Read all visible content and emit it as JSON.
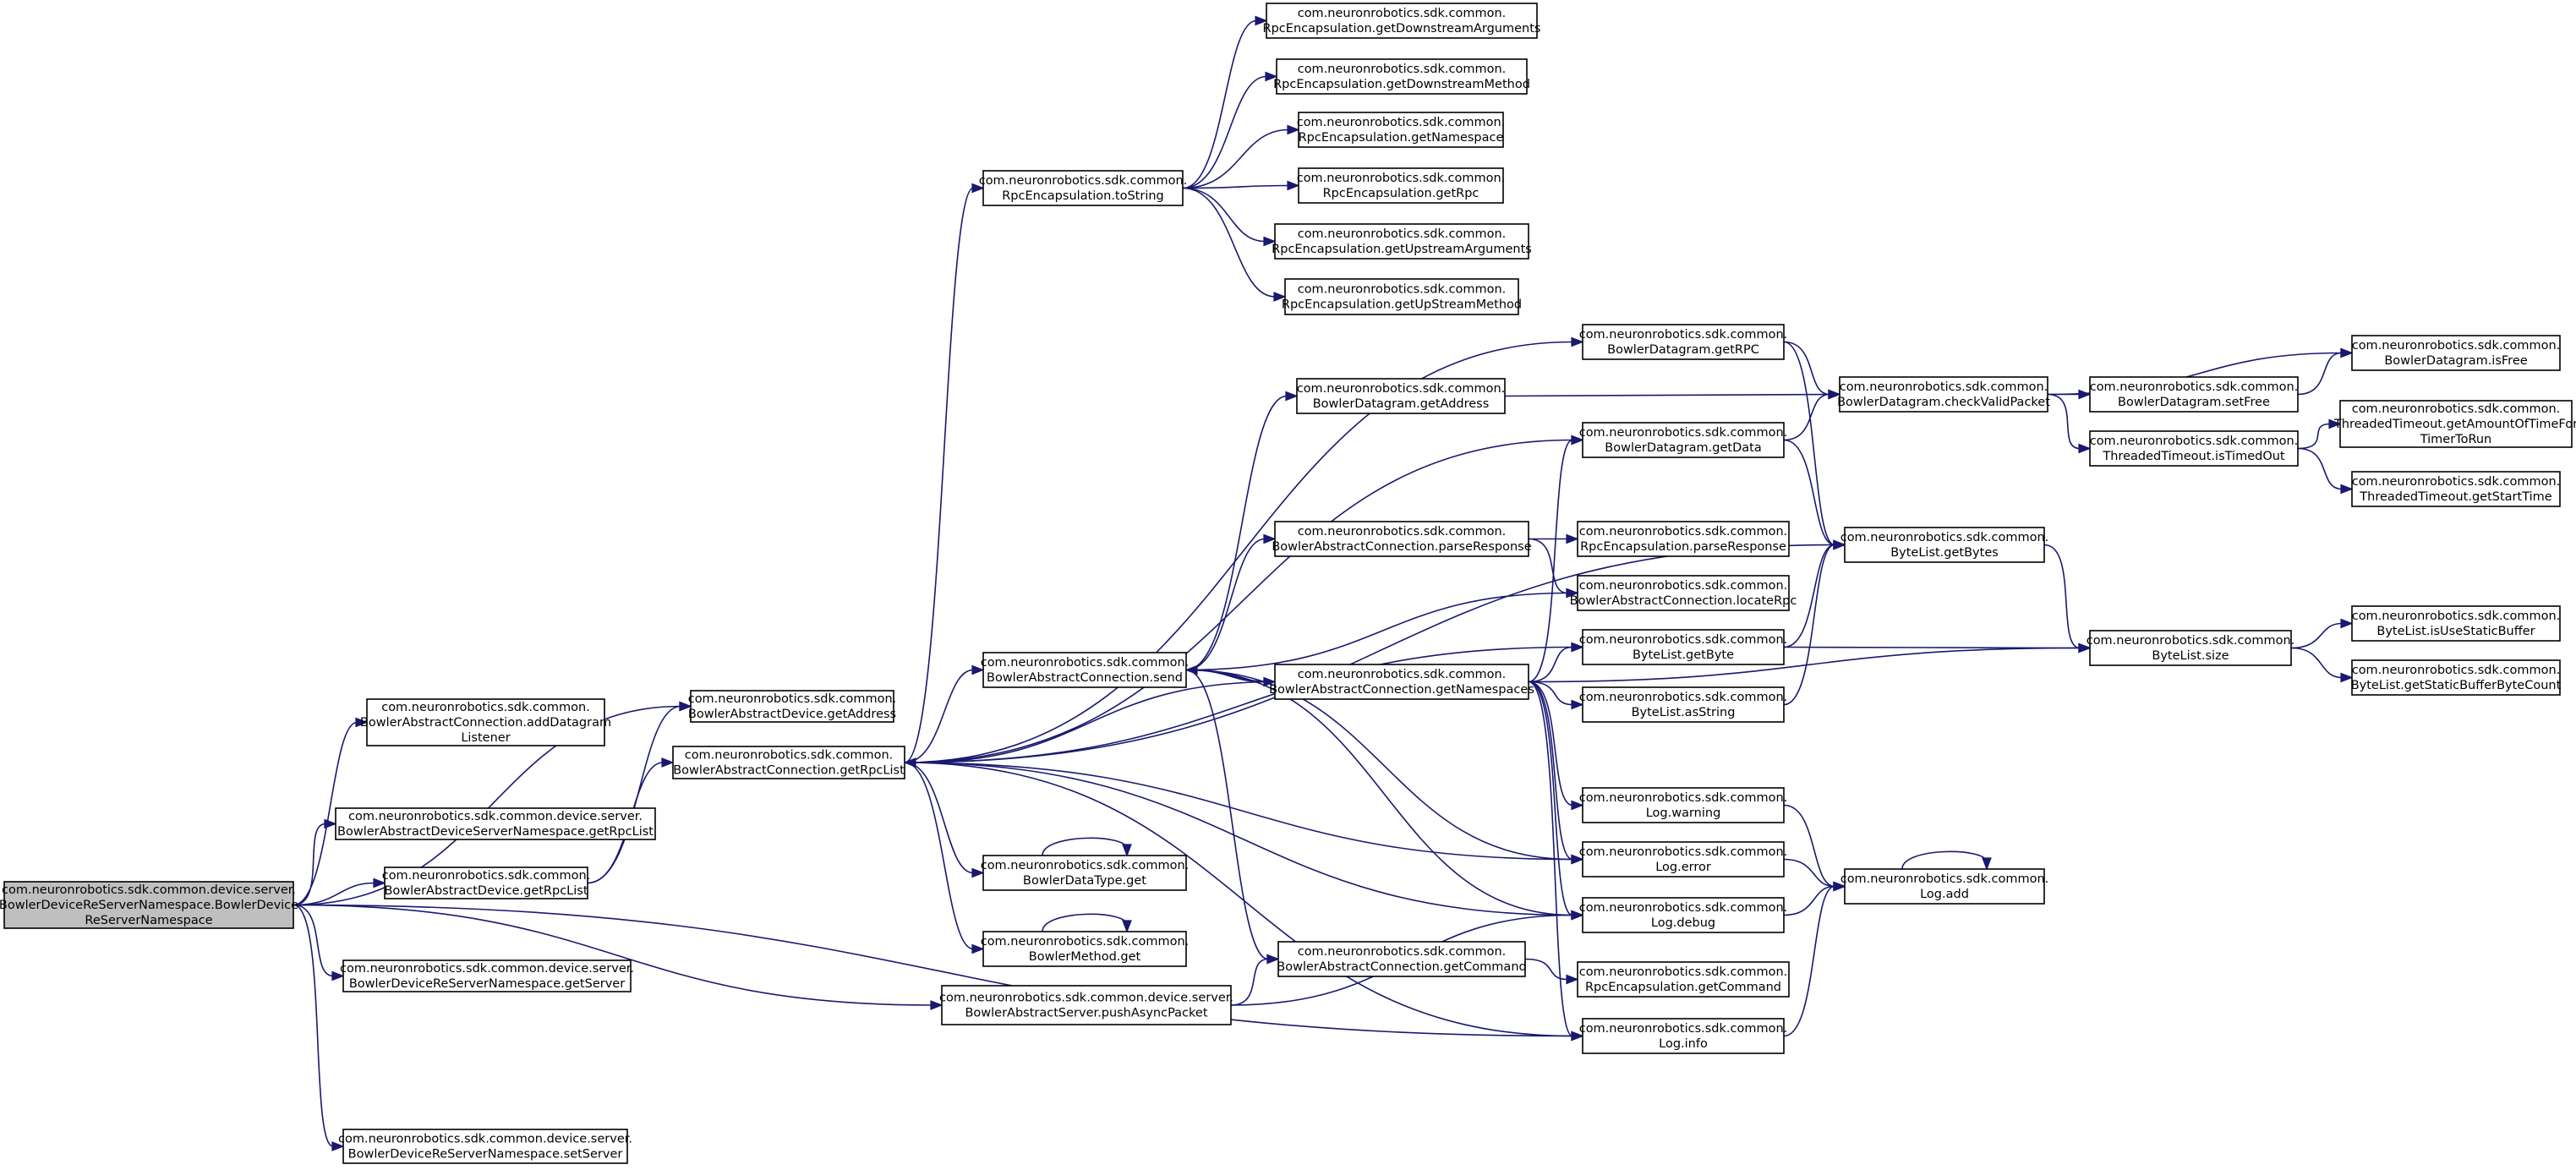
{
  "diagram": {
    "nodes": [
      {
        "id": "n0",
        "lines": [
          "com.neuronrobotics.sdk.common.device.server.",
          "BowlerDeviceReServerNamespace.BowlerDevice",
          "ReServerNamespace"
        ],
        "root": true
      },
      {
        "id": "n1",
        "lines": [
          "com.neuronrobotics.sdk.common.",
          "BowlerAbstractConnection.addDatagram",
          "Listener"
        ]
      },
      {
        "id": "n2",
        "lines": [
          "com.neuronrobotics.sdk.common.",
          "BowlerAbstractDevice.getAddress"
        ]
      },
      {
        "id": "n3",
        "lines": [
          "com.neuronrobotics.sdk.common.device.server.",
          "BowlerAbstractDeviceServerNamespace.getRpcList"
        ]
      },
      {
        "id": "n4",
        "lines": [
          "com.neuronrobotics.sdk.common.",
          "BowlerAbstractDevice.getRpcList"
        ]
      },
      {
        "id": "n5",
        "lines": [
          "com.neuronrobotics.sdk.common.device.server.",
          "BowlerDeviceReServerNamespace.getServer"
        ]
      },
      {
        "id": "n6",
        "lines": [
          "com.neuronrobotics.sdk.common.device.server.",
          "BowlerAbstractServer.pushAsyncPacket"
        ]
      },
      {
        "id": "n7",
        "lines": [
          "com.neuronrobotics.sdk.common.",
          "Log.info"
        ]
      },
      {
        "id": "n8",
        "lines": [
          "com.neuronrobotics.sdk.common.device.server.",
          "BowlerDeviceReServerNamespace.setServer"
        ]
      },
      {
        "id": "n9",
        "lines": [
          "com.neuronrobotics.sdk.common.",
          "BowlerAbstractConnection.getRpcList"
        ]
      },
      {
        "id": "n10",
        "lines": [
          "com.neuronrobotics.sdk.common.",
          "RpcEncapsulation.toString"
        ]
      },
      {
        "id": "n11",
        "lines": [
          "com.neuronrobotics.sdk.common.",
          "RpcEncapsulation.getDownstreamArguments"
        ]
      },
      {
        "id": "n12",
        "lines": [
          "com.neuronrobotics.sdk.common.",
          "RpcEncapsulation.getDownstreamMethod"
        ]
      },
      {
        "id": "n13",
        "lines": [
          "com.neuronrobotics.sdk.common.",
          "RpcEncapsulation.getNamespace"
        ]
      },
      {
        "id": "n14",
        "lines": [
          "com.neuronrobotics.sdk.common.",
          "RpcEncapsulation.getRpc"
        ]
      },
      {
        "id": "n15",
        "lines": [
          "com.neuronrobotics.sdk.common.",
          "RpcEncapsulation.getUpstreamArguments"
        ]
      },
      {
        "id": "n16",
        "lines": [
          "com.neuronrobotics.sdk.common.",
          "RpcEncapsulation.getUpStreamMethod"
        ]
      },
      {
        "id": "n17",
        "lines": [
          "com.neuronrobotics.sdk.common.",
          "BowlerDatagram.getRPC"
        ]
      },
      {
        "id": "n18",
        "lines": [
          "com.neuronrobotics.sdk.common.",
          "BowlerDatagram.getAddress"
        ]
      },
      {
        "id": "n19",
        "lines": [
          "com.neuronrobotics.sdk.common.",
          "BowlerDatagram.getData"
        ]
      },
      {
        "id": "n20",
        "lines": [
          "com.neuronrobotics.sdk.common.",
          "BowlerAbstractConnection.parseResponse"
        ]
      },
      {
        "id": "n21",
        "lines": [
          "com.neuronrobotics.sdk.common.",
          "RpcEncapsulation.parseResponse"
        ]
      },
      {
        "id": "n22",
        "lines": [
          "com.neuronrobotics.sdk.common.",
          "BowlerAbstractConnection.locateRpc"
        ]
      },
      {
        "id": "n23",
        "lines": [
          "com.neuronrobotics.sdk.common.",
          "BowlerAbstractConnection.send"
        ]
      },
      {
        "id": "n24",
        "lines": [
          "com.neuronrobotics.sdk.common.",
          "BowlerAbstractConnection.getNamespaces"
        ]
      },
      {
        "id": "n25",
        "lines": [
          "com.neuronrobotics.sdk.common.",
          "ByteList.getByte"
        ]
      },
      {
        "id": "n26",
        "lines": [
          "com.neuronrobotics.sdk.common.",
          "ByteList.asString"
        ]
      },
      {
        "id": "n27",
        "lines": [
          "com.neuronrobotics.sdk.common.",
          "BowlerDataType.get"
        ]
      },
      {
        "id": "n28",
        "lines": [
          "com.neuronrobotics.sdk.common.",
          "BowlerMethod.get"
        ]
      },
      {
        "id": "n29",
        "lines": [
          "com.neuronrobotics.sdk.common.",
          "BowlerAbstractConnection.getCommand"
        ]
      },
      {
        "id": "n30",
        "lines": [
          "com.neuronrobotics.sdk.common.",
          "RpcEncapsulation.getCommand"
        ]
      },
      {
        "id": "n31",
        "lines": [
          "com.neuronrobotics.sdk.common.",
          "Log.warning"
        ]
      },
      {
        "id": "n32",
        "lines": [
          "com.neuronrobotics.sdk.common.",
          "Log.error"
        ]
      },
      {
        "id": "n33",
        "lines": [
          "com.neuronrobotics.sdk.common.",
          "Log.debug"
        ]
      },
      {
        "id": "n34",
        "lines": [
          "com.neuronrobotics.sdk.common.",
          "BowlerDatagram.checkValidPacket"
        ]
      },
      {
        "id": "n35",
        "lines": [
          "com.neuronrobotics.sdk.common.",
          "ByteList.getBytes"
        ]
      },
      {
        "id": "n36",
        "lines": [
          "com.neuronrobotics.sdk.common.",
          "Log.add"
        ]
      },
      {
        "id": "n37",
        "lines": [
          "com.neuronrobotics.sdk.common.",
          "BowlerDatagram.setFree"
        ]
      },
      {
        "id": "n38",
        "lines": [
          "com.neuronrobotics.sdk.common.",
          "ThreadedTimeout.isTimedOut"
        ]
      },
      {
        "id": "n39",
        "lines": [
          "com.neuronrobotics.sdk.common.",
          "ByteList.size"
        ]
      },
      {
        "id": "n40",
        "lines": [
          "com.neuronrobotics.sdk.common.",
          "BowlerDatagram.isFree"
        ]
      },
      {
        "id": "n41",
        "lines": [
          "com.neuronrobotics.sdk.common.",
          "ThreadedTimeout.getAmountOfTimeFor",
          "TimerToRun"
        ]
      },
      {
        "id": "n42",
        "lines": [
          "com.neuronrobotics.sdk.common.",
          "ThreadedTimeout.getStartTime"
        ]
      },
      {
        "id": "n43",
        "lines": [
          "com.neuronrobotics.sdk.common.",
          "ByteList.isUseStaticBuffer"
        ]
      },
      {
        "id": "n44",
        "lines": [
          "com.neuronrobotics.sdk.common.",
          "ByteList.getStaticBufferByteCount"
        ]
      }
    ],
    "edges": [
      [
        "n0",
        "n1"
      ],
      [
        "n0",
        "n2"
      ],
      [
        "n0",
        "n3"
      ],
      [
        "n0",
        "n4"
      ],
      [
        "n0",
        "n5"
      ],
      [
        "n0",
        "n6"
      ],
      [
        "n0",
        "n7"
      ],
      [
        "n0",
        "n8"
      ],
      [
        "n4",
        "n2"
      ],
      [
        "n4",
        "n9"
      ],
      [
        "n9",
        "n10"
      ],
      [
        "n9",
        "n17"
      ],
      [
        "n9",
        "n19"
      ],
      [
        "n9",
        "n35"
      ],
      [
        "n9",
        "n25"
      ],
      [
        "n9",
        "n23"
      ],
      [
        "n9",
        "n27"
      ],
      [
        "n9",
        "n28"
      ],
      [
        "n9",
        "n32"
      ],
      [
        "n9",
        "n33"
      ],
      [
        "n9",
        "n7"
      ],
      [
        "n10",
        "n11"
      ],
      [
        "n10",
        "n12"
      ],
      [
        "n10",
        "n13"
      ],
      [
        "n10",
        "n14"
      ],
      [
        "n10",
        "n15"
      ],
      [
        "n10",
        "n16"
      ],
      [
        "n6",
        "n29"
      ],
      [
        "n6",
        "n33"
      ],
      [
        "n23",
        "n18"
      ],
      [
        "n23",
        "n20"
      ],
      [
        "n23",
        "n22"
      ],
      [
        "n23",
        "n24"
      ],
      [
        "n23",
        "n29"
      ],
      [
        "n23",
        "n32"
      ],
      [
        "n23",
        "n33"
      ],
      [
        "n24",
        "n9"
      ],
      [
        "n24",
        "n23"
      ],
      [
        "n24",
        "n19"
      ],
      [
        "n24",
        "n25"
      ],
      [
        "n24",
        "n26"
      ],
      [
        "n24",
        "n39"
      ],
      [
        "n24",
        "n31"
      ],
      [
        "n24",
        "n32"
      ],
      [
        "n24",
        "n33"
      ],
      [
        "n24",
        "n7"
      ],
      [
        "n20",
        "n21"
      ],
      [
        "n20",
        "n22"
      ],
      [
        "n29",
        "n30"
      ],
      [
        "n17",
        "n34"
      ],
      [
        "n17",
        "n35"
      ],
      [
        "n18",
        "n34"
      ],
      [
        "n19",
        "n34"
      ],
      [
        "n19",
        "n35"
      ],
      [
        "n25",
        "n35"
      ],
      [
        "n25",
        "n39"
      ],
      [
        "n26",
        "n35"
      ],
      [
        "n34",
        "n37"
      ],
      [
        "n34",
        "n38"
      ],
      [
        "n34",
        "n40"
      ],
      [
        "n37",
        "n40"
      ],
      [
        "n38",
        "n41"
      ],
      [
        "n38",
        "n42"
      ],
      [
        "n35",
        "n39"
      ],
      [
        "n39",
        "n43"
      ],
      [
        "n39",
        "n44"
      ],
      [
        "n31",
        "n36"
      ],
      [
        "n32",
        "n36"
      ],
      [
        "n33",
        "n36"
      ],
      [
        "n7",
        "n36"
      ],
      [
        "n36",
        "n36"
      ],
      [
        "n27",
        "n27"
      ],
      [
        "n28",
        "n28"
      ]
    ]
  }
}
